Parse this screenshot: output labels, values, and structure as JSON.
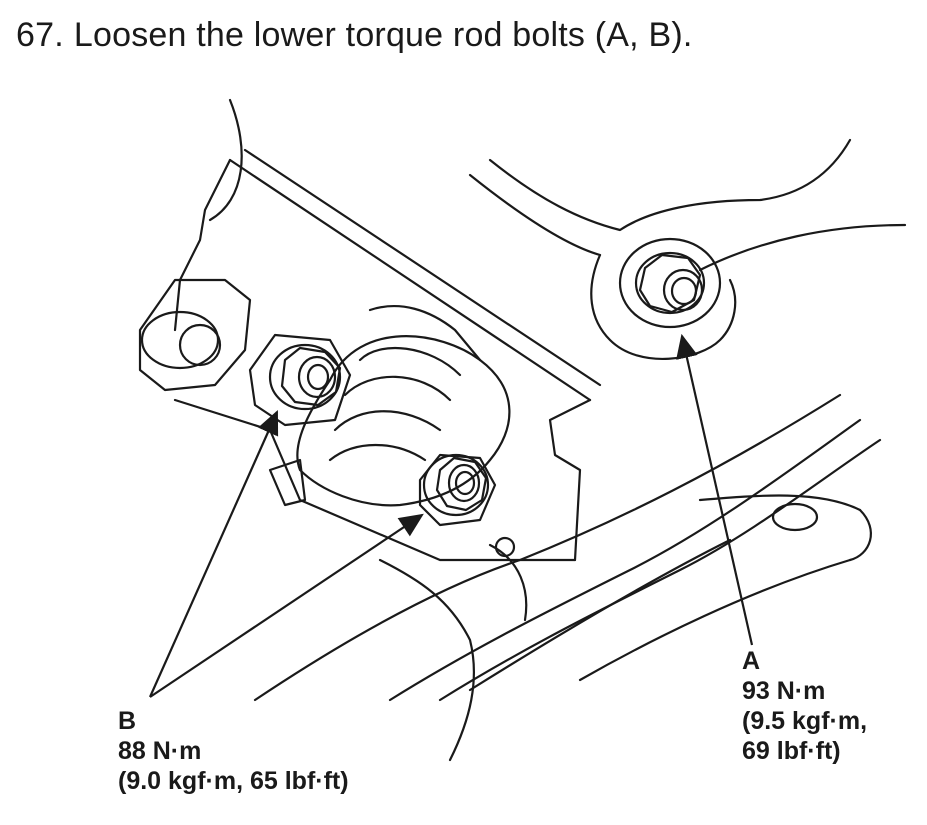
{
  "step": {
    "number": "67.",
    "text": "Loosen the lower torque rod bolts (A, B)."
  },
  "callouts": {
    "a": {
      "letter": "A",
      "torque_nm": "93 N·m",
      "torque_kgf_line1": "(9.5 kgf·m,",
      "torque_lbf_line2": "69 lbf·ft)"
    },
    "b": {
      "letter": "B",
      "torque_nm": "88 N·m",
      "torque_alt": "(9.0 kgf·m, 65 lbf·ft)"
    }
  },
  "colors": {
    "ink": "#1a1a1a",
    "paper": "#ffffff"
  }
}
